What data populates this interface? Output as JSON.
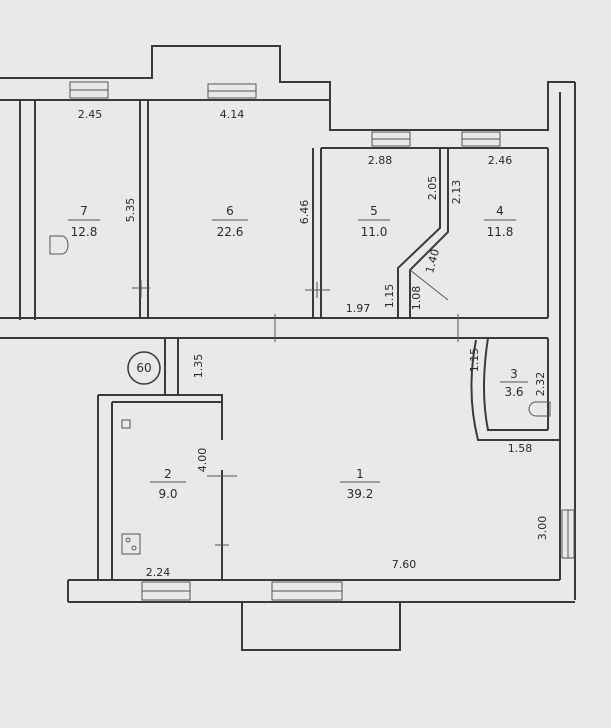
{
  "rooms": [
    {
      "id": "7",
      "area": "12.8"
    },
    {
      "id": "6",
      "area": "22.6"
    },
    {
      "id": "5",
      "area": "11.0"
    },
    {
      "id": "4",
      "area": "11.8"
    },
    {
      "id": "3",
      "area": "3.6"
    },
    {
      "id": "2",
      "area": "9.0"
    },
    {
      "id": "1",
      "area": "39.2"
    }
  ],
  "dimensions": {
    "d245": "2.45",
    "d414": "4.14",
    "d288": "2.88",
    "d246": "2.46",
    "d535": "5.35",
    "d646": "6.46",
    "d205": "2.05",
    "d213": "2.13",
    "d140": "1.40",
    "d115a": "1.15",
    "d108": "1.08",
    "d197": "1.97",
    "d135": "1.35",
    "d115b": "1.15",
    "d232": "2.32",
    "d158": "1.58",
    "d400": "4.00",
    "d300": "3.00",
    "d224": "2.24",
    "d760": "7.60"
  },
  "stamp": "60"
}
